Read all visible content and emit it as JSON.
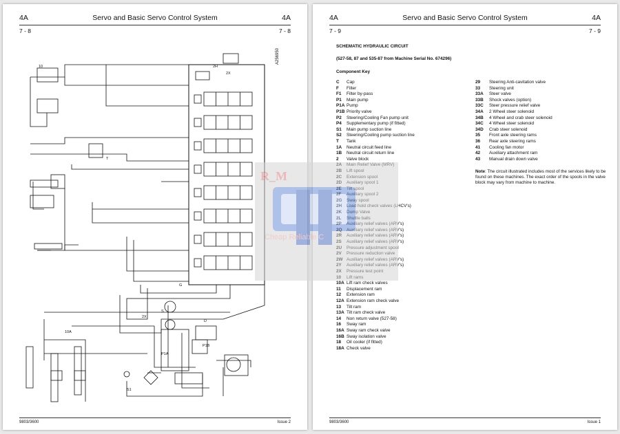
{
  "left_page": {
    "section_left": "4A",
    "title": "Servo and Basic Servo Control System",
    "section_right": "4A",
    "page_left": "7 - 8",
    "page_right": "7 - 8",
    "drawing_number": "A256950",
    "footer_left": "9803/3600",
    "footer_right": "Issue 2",
    "labels": [
      "S",
      "G",
      "2H",
      "2X",
      "10",
      "2X",
      "10A",
      "S1",
      "P1A",
      "P1B",
      "D",
      "T"
    ]
  },
  "right_page": {
    "section_left": "4A",
    "title": "Servo and Basic Servo Control System",
    "section_right": "4A",
    "page_left": "7 - 9",
    "page_right": "7 - 9",
    "heading": "SCHEMATIC HYDRAULIC CIRCUIT",
    "subheading": "(527-58, 87 and 535-87 from Machine Serial No. 674296)",
    "key_heading": "Component Key",
    "components_left": [
      {
        "code": "C",
        "desc": "Cap"
      },
      {
        "code": "F",
        "desc": "Filter"
      },
      {
        "code": "F1",
        "desc": "Filter by-pass"
      },
      {
        "code": "P1",
        "desc": "Main pump"
      },
      {
        "code": "P1A",
        "desc": "Pump"
      },
      {
        "code": "P1B",
        "desc": "Priority valve"
      },
      {
        "code": "P2",
        "desc": "Steering/Cooling Fan pump unit"
      },
      {
        "code": "P4",
        "desc": "Supplementary pump (if fitted)"
      },
      {
        "code": "S1",
        "desc": "Main pump suction line"
      },
      {
        "code": "S2",
        "desc": "Steering/Cooling pump suction line"
      },
      {
        "code": "T",
        "desc": "Tank"
      },
      {
        "code": "1A",
        "desc": "Neutral circuit feed line"
      },
      {
        "code": "1B",
        "desc": "Neutral circuit return line"
      },
      {
        "code": "2",
        "desc": "Valve block"
      },
      {
        "code": "2A",
        "desc": "Main Relief Valve (MRV)"
      },
      {
        "code": "2B",
        "desc": "Lift spool"
      },
      {
        "code": "2C",
        "desc": "Extension spool"
      },
      {
        "code": "2D",
        "desc": "Auxiliary spool 1"
      },
      {
        "code": "2E",
        "desc": "Tilt spool"
      },
      {
        "code": "2F",
        "desc": "Auxiliary spool 2"
      },
      {
        "code": "2G",
        "desc": "Sway spool"
      },
      {
        "code": "2H",
        "desc": "Load hold check valves (LHCV's)"
      },
      {
        "code": "2K",
        "desc": "Dump Valve"
      },
      {
        "code": "2L",
        "desc": "Shuttle balls"
      },
      {
        "code": "2P",
        "desc": "Auxiliary relief valves (ARV's)"
      },
      {
        "code": "2Q",
        "desc": "Auxiliary relief valves (ARV's)"
      },
      {
        "code": "2R",
        "desc": "Auxiliary relief valves (ARV's)"
      },
      {
        "code": "2S",
        "desc": "Auxiliary relief valves (ARV's)"
      },
      {
        "code": "2U",
        "desc": "Pressure adjustment spool"
      },
      {
        "code": "2V",
        "desc": "Pressure reduction valve"
      },
      {
        "code": "2W",
        "desc": "Auxiliary relief valves (ARV's)"
      },
      {
        "code": "2Y",
        "desc": "Auxiliary relief valves (ARV's)"
      },
      {
        "code": "2X",
        "desc": "Pressure test point"
      },
      {
        "code": "10",
        "desc": "Lift rams"
      },
      {
        "code": "10A",
        "desc": "Lift ram check valves"
      },
      {
        "code": "11",
        "desc": "Displacement ram"
      },
      {
        "code": "12",
        "desc": "Extension ram"
      },
      {
        "code": "12A",
        "desc": "Extension ram check valve"
      },
      {
        "code": "13",
        "desc": "Tilt ram"
      },
      {
        "code": "13A",
        "desc": "Tilt ram check valve"
      },
      {
        "code": "14",
        "desc": "Non return valve (527-58)"
      },
      {
        "code": "16",
        "desc": "Sway ram"
      },
      {
        "code": "16A",
        "desc": "Sway ram check valve"
      },
      {
        "code": "16B",
        "desc": "Sway isolation valve"
      },
      {
        "code": "18",
        "desc": "Oil cooler (if fitted)"
      },
      {
        "code": "18A",
        "desc": "Check valve"
      }
    ],
    "components_right": [
      {
        "code": "29",
        "desc": "Steering Anti-cavitation valve"
      },
      {
        "code": "33",
        "desc": "Steering unit"
      },
      {
        "code": "33A",
        "desc": "Steer valve"
      },
      {
        "code": "33B",
        "desc": "Shock valves (option)"
      },
      {
        "code": "33C",
        "desc": "Steer pressure relief valve"
      },
      {
        "code": "34A",
        "desc": "2 Wheel steer solenoid"
      },
      {
        "code": "34B",
        "desc": "4 Wheel and crab steer solenoid"
      },
      {
        "code": "34C",
        "desc": "4 Wheel steer solenoid"
      },
      {
        "code": "34D",
        "desc": "Crab steer solenoid"
      },
      {
        "code": "35",
        "desc": "Front axle steering rams"
      },
      {
        "code": "36",
        "desc": "Rear axle steering rams"
      },
      {
        "code": "41",
        "desc": "Cooling fan motor"
      },
      {
        "code": "42",
        "desc": "Auxiliary attachment ram"
      },
      {
        "code": "43",
        "desc": "Manual drain down valve"
      }
    ],
    "note_label": "Note",
    "note_text": ": The circuit illustrated includes most of the services likely to be found on these machines. The exact order of the spools in the valve block may vary from machine to machine.",
    "watermark_text": "R_M",
    "watermark_caption": "Cheap Reliable C",
    "footer_left": "9803/3600",
    "footer_right": "Issue 1"
  }
}
